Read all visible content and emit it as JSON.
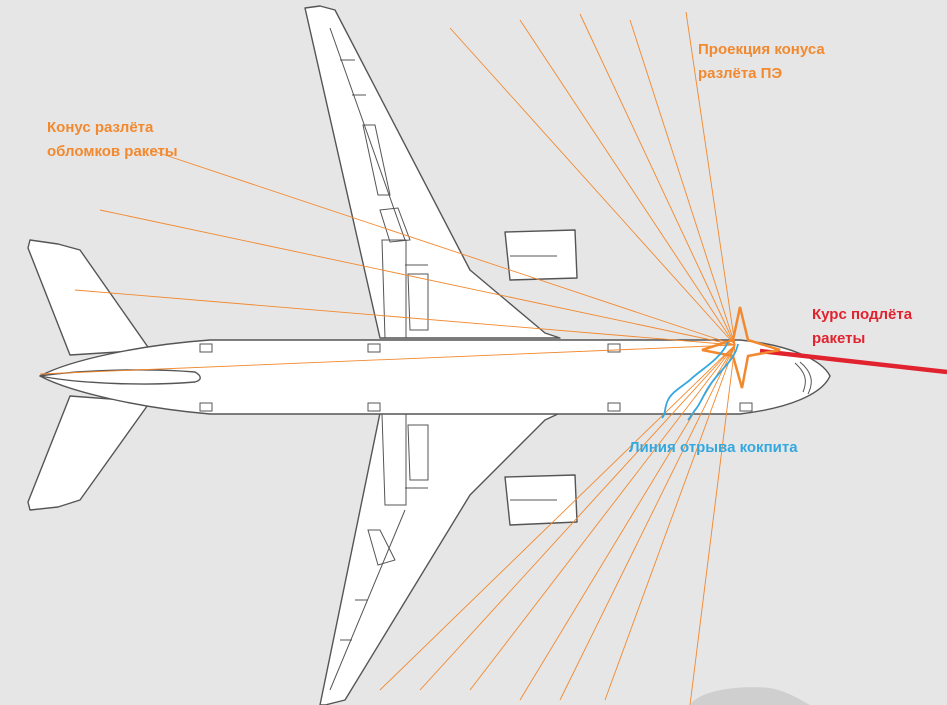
{
  "labels": {
    "debris_cone": [
      "Конус разлёта",
      "обломков ракеты"
    ],
    "projection": [
      "Проекция конуса",
      "разлёта ПЭ"
    ],
    "missile_course": [
      "Курс подлёта",
      "ракеты"
    ],
    "cockpit_break": "Линия отрыва кокпита"
  },
  "colors": {
    "debris_lines": "#f2892f",
    "missile_course": "#e0232e",
    "cockpit_break": "#35a8e0",
    "aircraft_outline": "#555555",
    "background": "#e6e6e6"
  },
  "icons": {
    "burst": "explosion-star-icon",
    "aircraft": "aircraft-top-view"
  }
}
